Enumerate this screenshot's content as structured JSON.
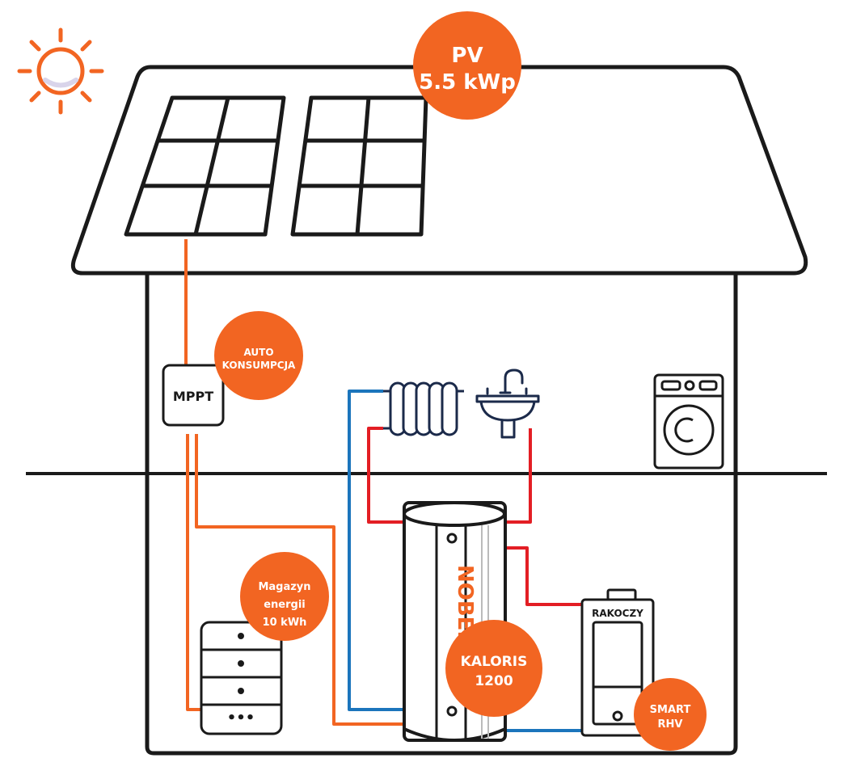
{
  "colors": {
    "outline": "#1a1a1a",
    "accent_orange": "#f26522",
    "hot_red": "#e31e24",
    "cold_blue": "#1b75bc"
  },
  "icons": [
    "sun-icon",
    "solar-panel-icon",
    "radiator-icon",
    "sink-faucet-icon",
    "washing-machine-icon",
    "battery-stack-icon",
    "boiler-tank-icon",
    "heat-pump-icon"
  ],
  "labels": {
    "pv_line1": "PV",
    "pv_line2": "5.5 kWp",
    "auto_line1": "AUTO",
    "auto_line2": "KONSUMPCJA",
    "mppt": "MPPT",
    "storage_line1": "Magazyn",
    "storage_line2": "energii",
    "storage_line3": "10 kWh",
    "kaloris_line1": "KALORIS",
    "kaloris_line2": "1200",
    "smart_line1": "SMART",
    "smart_line2": "RHV",
    "brand_rakoczy": "RAKOCZY",
    "brand_nobel": "NOBEL",
    "battery_dots": "•••"
  }
}
